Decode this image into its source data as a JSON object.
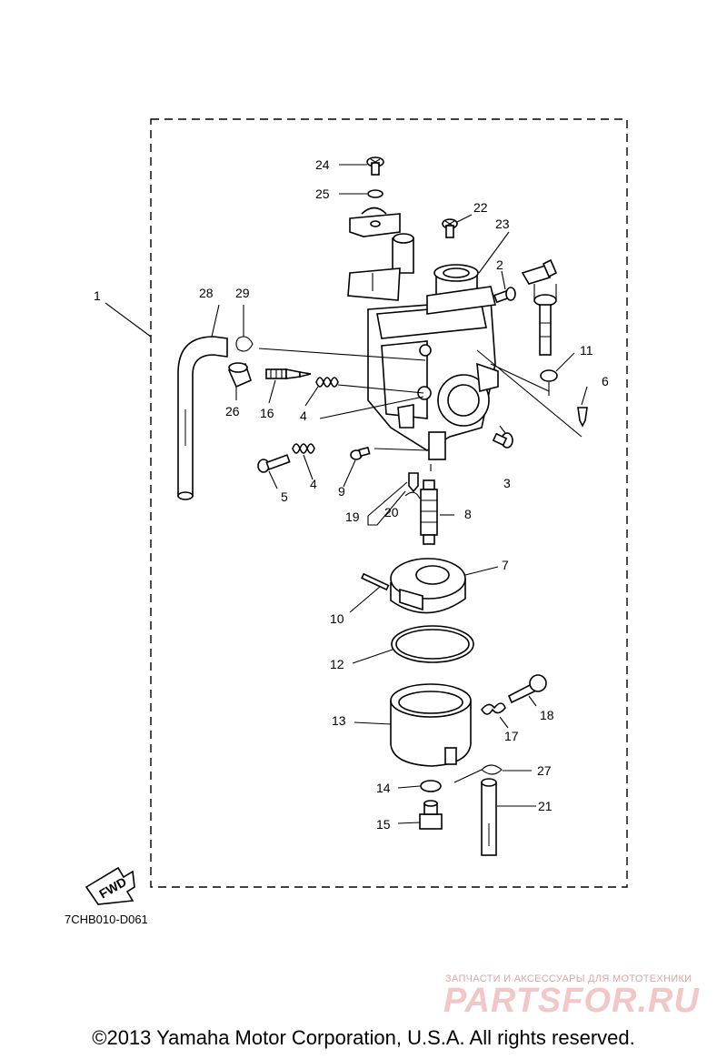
{
  "diagram_code": "7CHB010-D061",
  "fwd_label": "FWD",
  "watermark": {
    "subtitle": "ЗАПЧАСТИ И АКСЕССУАРЫ ДЛЯ МОТОТЕХНИКИ",
    "brand": "PARTSFOR.RU"
  },
  "copyright": "©2013 Yamaha Motor Corporation, U.S.A. All rights reserved.",
  "callouts": [
    "1",
    "2",
    "3",
    "4",
    "4",
    "5",
    "6",
    "7",
    "8",
    "9",
    "10",
    "11",
    "12",
    "13",
    "14",
    "15",
    "16",
    "17",
    "18",
    "19",
    "20",
    "21",
    "22",
    "23",
    "24",
    "25",
    "26",
    "27",
    "28",
    "29"
  ]
}
